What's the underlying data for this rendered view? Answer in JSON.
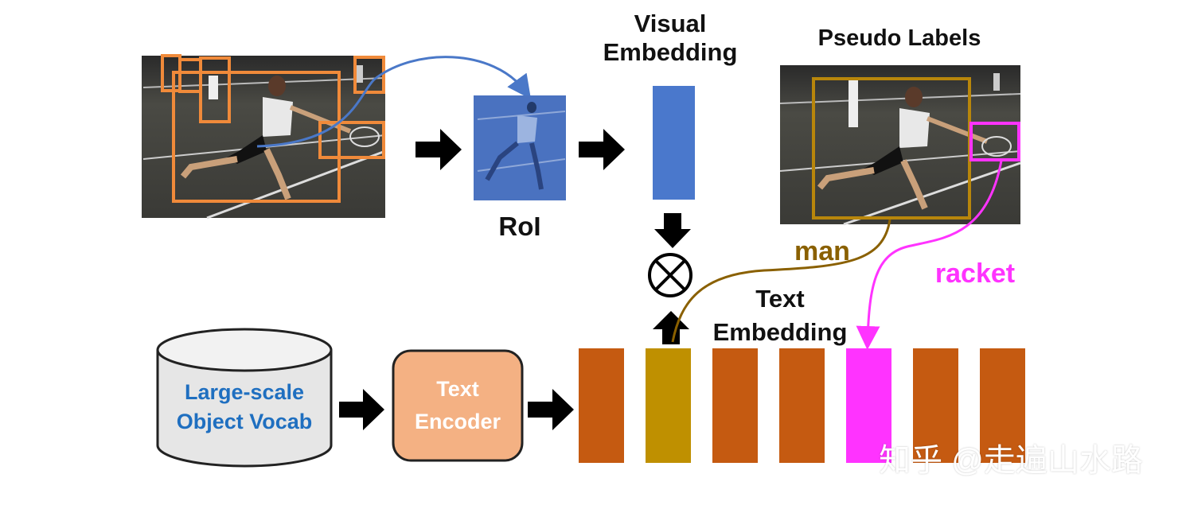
{
  "labels": {
    "visual_embedding": [
      "Visual",
      "Embedding"
    ],
    "pseudo_labels": "Pseudo Labels",
    "roi": "RoI",
    "text_embedding": [
      "Text",
      "Embedding"
    ],
    "man": "man",
    "racket": "racket",
    "vocab": [
      "Large-scale",
      "Object Vocab"
    ],
    "encoder": [
      "Text",
      "Encoder"
    ],
    "watermark": "知乎 @走遍山水路"
  },
  "colors": {
    "box_orange": "#f08a3a",
    "arrow_blue": "#4a78c8",
    "roi_blue": "#4a72c0",
    "visual_bar": "#4a78cc",
    "pseudo_box": "#b8860b",
    "racket_magenta": "#ff33ff",
    "man_brown": "#8a6000",
    "text_bar_orange": "#c55a11",
    "text_bar_gold": "#bf9000",
    "vocab_text_blue": "#1f6fc0",
    "encoder_fill": "#f4b183",
    "cylinder_fill": "#e6e6e6"
  },
  "text_embedding_bars": [
    "orange",
    "gold",
    "orange",
    "orange",
    "magenta",
    "orange",
    "orange"
  ]
}
